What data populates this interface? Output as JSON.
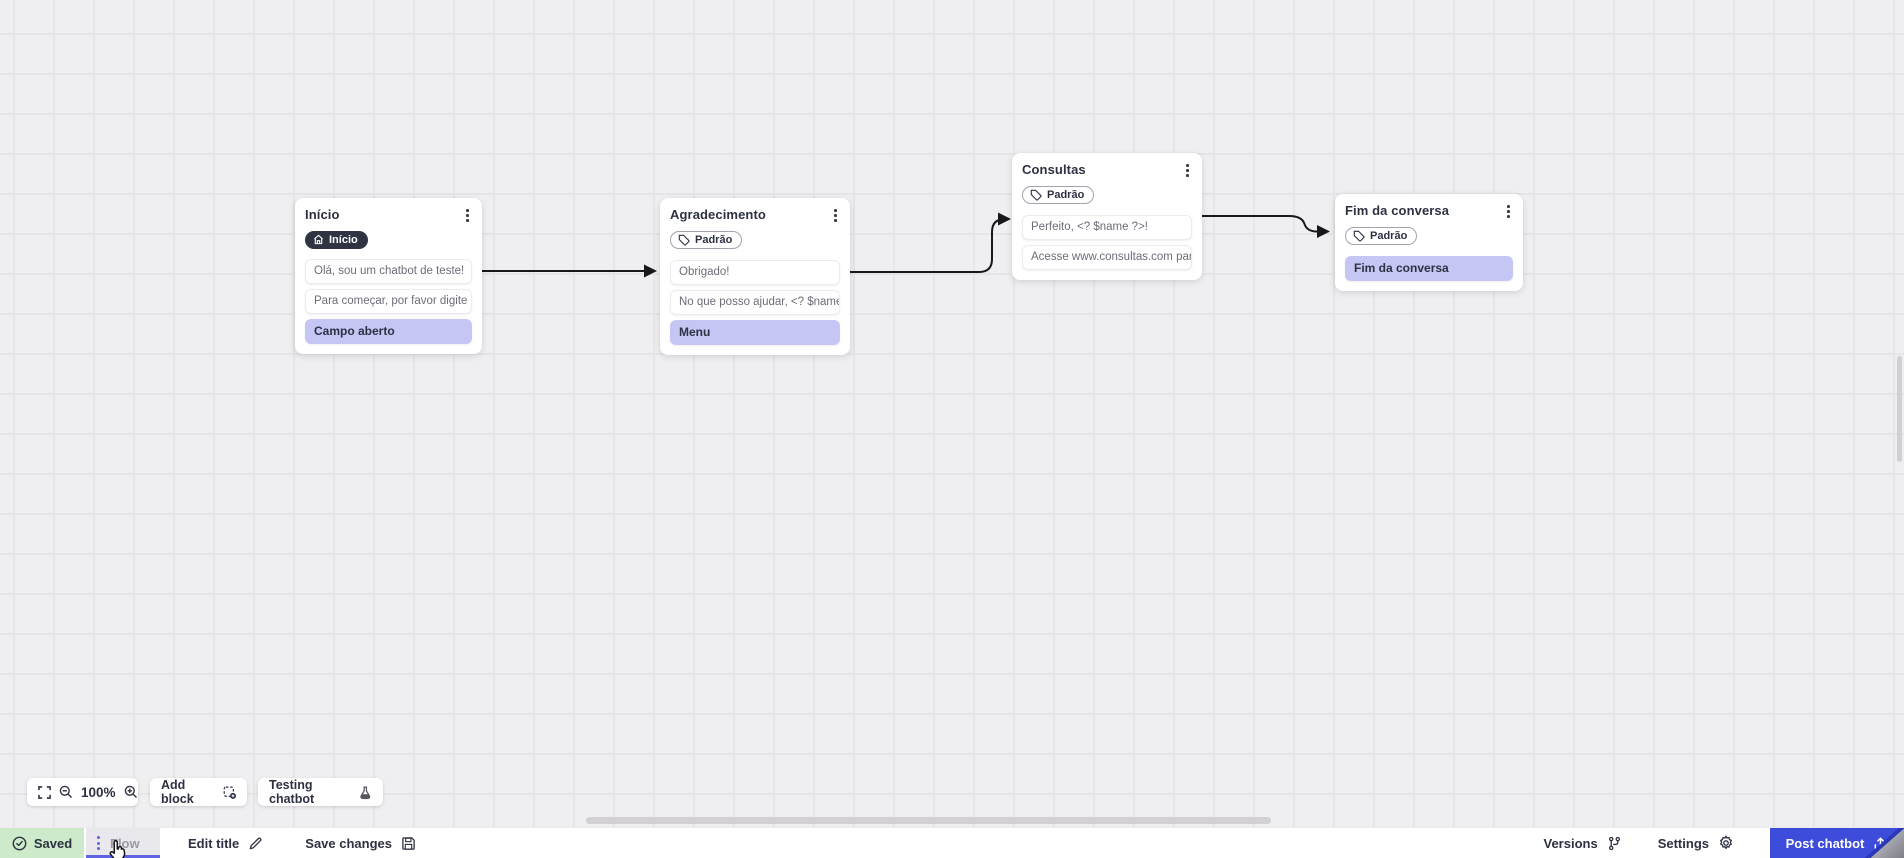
{
  "colors": {
    "brand-blue": "#3d4cdb",
    "accent-purple": "#6064e3",
    "lavender": "#c5c6f4",
    "saved-green": "#cdebca",
    "ink": "#2d3142",
    "muted-text": "#6e6c78",
    "canvas-bg": "#efeef0",
    "grid-line": "#e5e4e7"
  },
  "canvas": {
    "zoom_level": "100%",
    "toolbar": {
      "add_block_label": "Add block",
      "testing_chatbot_label": "Testing chatbot"
    },
    "nodes": [
      {
        "title": "Início",
        "badge": "Início",
        "messages": [
          {
            "text": "Olá, sou um chatbot de teste!"
          },
          {
            "text": "Para começar, por favor digite o ..."
          },
          {
            "text": "Campo aberto"
          }
        ]
      },
      {
        "title": "Agradecimento",
        "badge": "Padrão",
        "messages": [
          {
            "text": "Obrigado!"
          },
          {
            "text": "No que posso ajudar, <? $name ..."
          },
          {
            "text": "Menu"
          }
        ]
      },
      {
        "title": "Consultas",
        "badge": "Padrão",
        "messages": [
          {
            "text": "Perfeito, <? $name ?>!"
          },
          {
            "text": "Acesse www.consultas.com par..."
          }
        ]
      },
      {
        "title": "Fim da conversa",
        "badge": "Padrão",
        "messages": [
          {
            "text": "Fim da conversa"
          }
        ]
      }
    ]
  },
  "statusbar": {
    "saved_label": "Saved",
    "flow_tab_label": "Flow",
    "edit_title_label": "Edit title",
    "save_changes_label": "Save changes",
    "versions_label": "Versions",
    "settings_label": "Settings",
    "post_chatbot_label": "Post chatbot"
  }
}
